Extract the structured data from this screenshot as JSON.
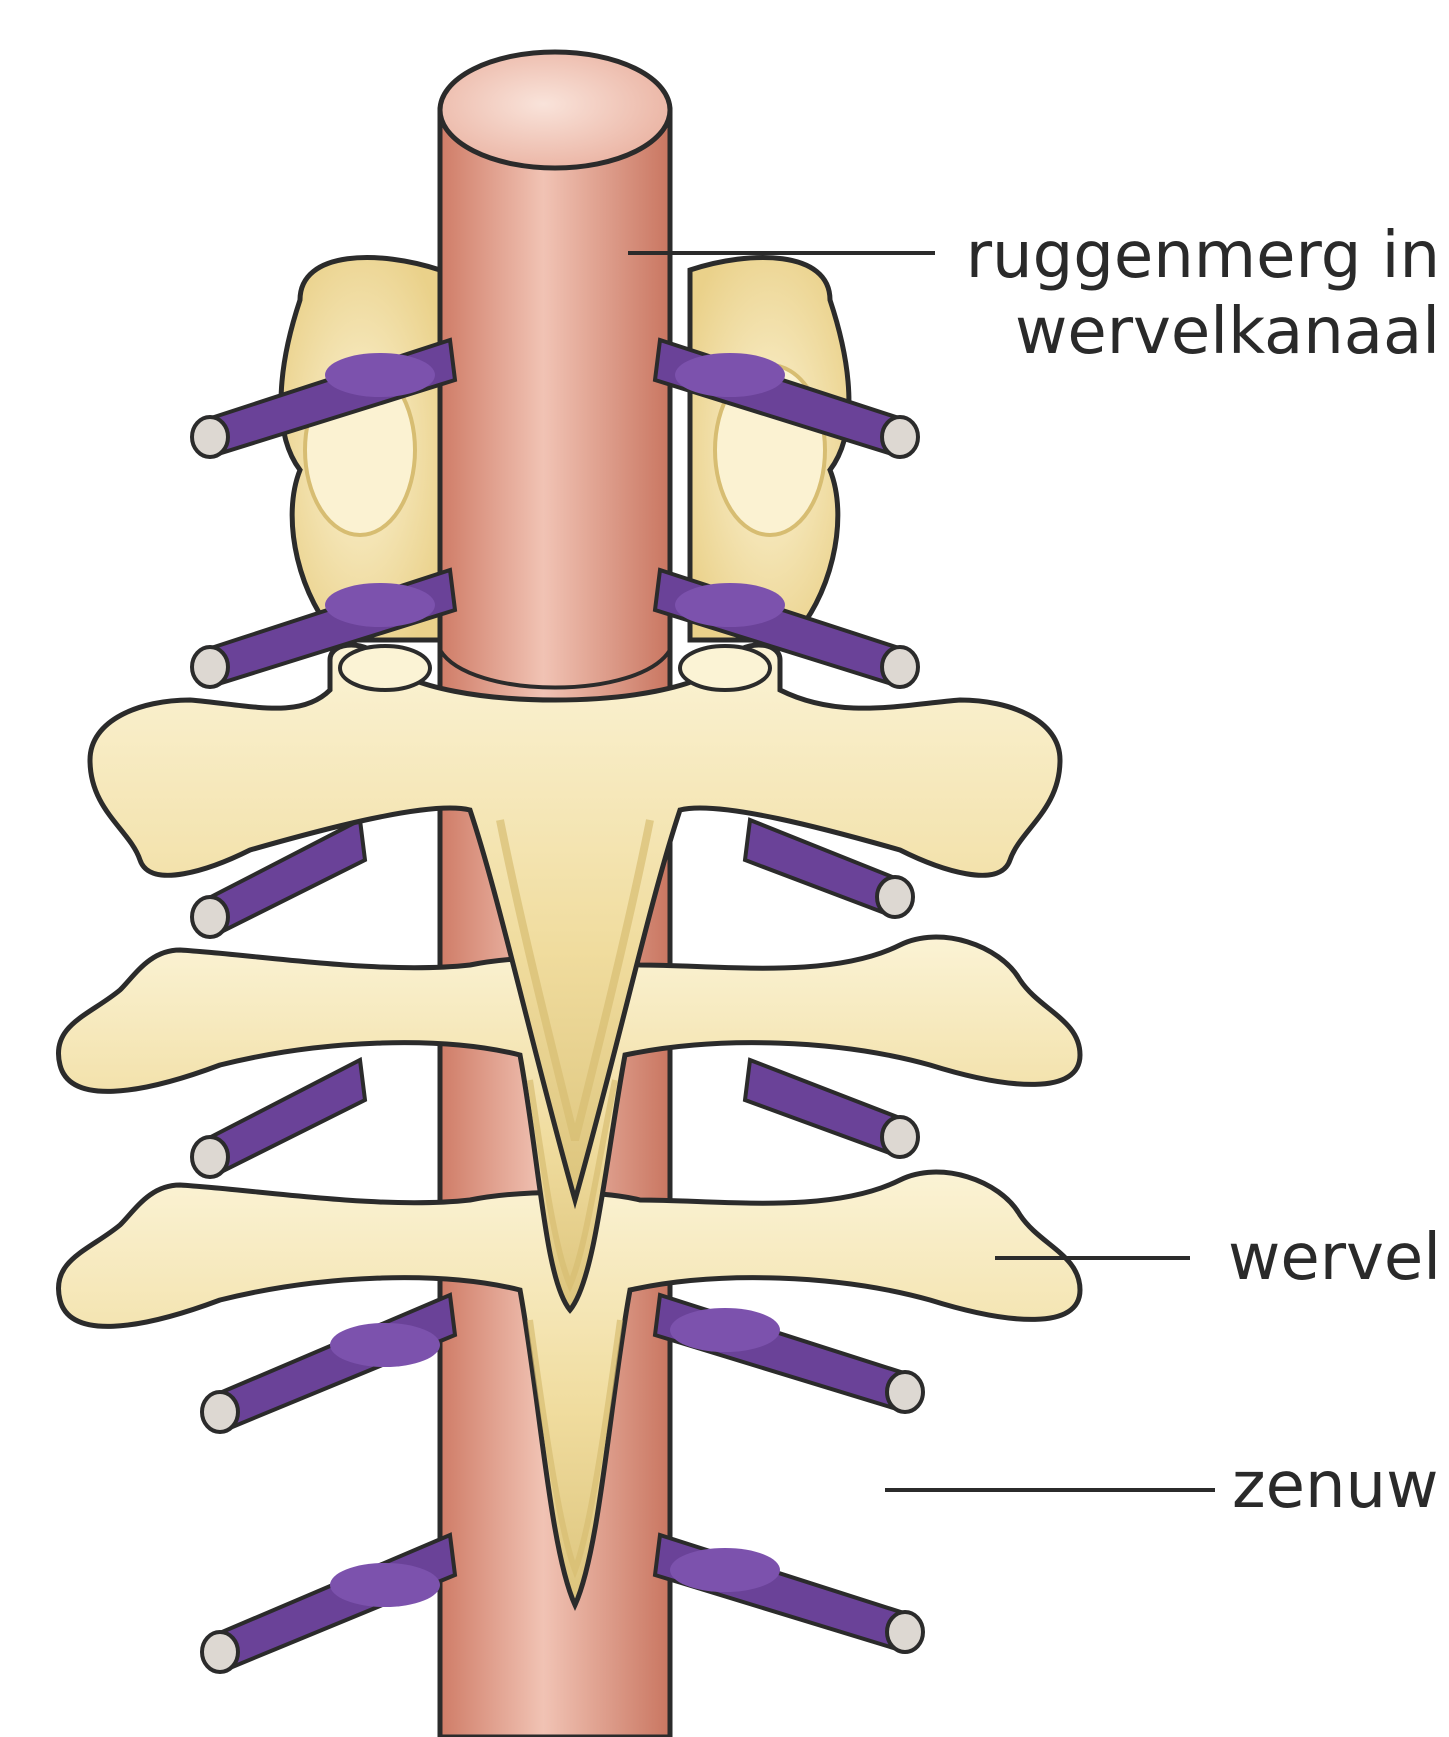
{
  "labels": {
    "spinal_cord_line1": "ruggenmerg in",
    "spinal_cord_line2": "wervelkanaal",
    "vertebra": "wervel",
    "nerve": "zenuw"
  },
  "colors": {
    "spinal_cord": "#d98e78",
    "spinal_cord_highlight": "#f1c3b4",
    "spinal_cord_top": "#f4c9bd",
    "bone": "#f0dc9e",
    "bone_highlight": "#fbf4da",
    "bone_shadow": "#d7bd72",
    "nerve": "#6a4298",
    "nerve_end": "#ddd8d2",
    "outline": "#2b2b2b",
    "leader_line": "#2b2b2b"
  }
}
